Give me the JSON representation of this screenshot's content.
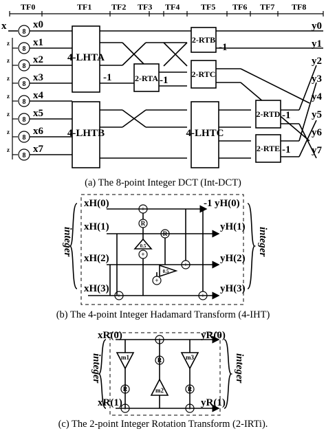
{
  "panel_a": {
    "caption": "(a) The 8-point Integer DCT (Int-DCT)",
    "stage_labels": [
      "TF0",
      "TF1",
      "TF2",
      "TF3",
      "TF4",
      "TF5",
      "TF6",
      "TF7",
      "TF8"
    ],
    "input_label": "x",
    "inputs": [
      "x0",
      "x1",
      "x2",
      "x3",
      "x4",
      "x5",
      "x6",
      "x7"
    ],
    "outputs": [
      "y0",
      "y1",
      "y2",
      "y3",
      "y4",
      "y5",
      "y6",
      "y7"
    ],
    "blocks": [
      "4-LHTA",
      "4-LHTB",
      "4-LHTC",
      "2-RTA",
      "2-RTB",
      "2-RTC",
      "2-RTD",
      "2-RTE"
    ],
    "neg_labels": [
      "-1",
      "-1",
      "-1",
      "-1",
      "-1"
    ]
  },
  "panel_b": {
    "caption": "(b) The 4-point Integer Hadamard Transform (4-IHT)",
    "inputs": [
      "xH(0)",
      "xH(1)",
      "xH(2)",
      "xH(3)"
    ],
    "outputs": [
      "yH(0)",
      "yH(1)",
      "yH(2)",
      "yH(3)"
    ],
    "side_label": "integer",
    "gains": [
      "0.5",
      "0.5"
    ],
    "neg_label": "-1"
  },
  "panel_c": {
    "caption": "(c) The 2-point Integer Rotation Transform (2-IRTi).",
    "inputs": [
      "xR(0)",
      "xR(1)"
    ],
    "outputs": [
      "yR(0)",
      "yR(1)"
    ],
    "side_label": "integer",
    "multipliers": [
      "m1",
      "m2",
      "m3"
    ]
  }
}
